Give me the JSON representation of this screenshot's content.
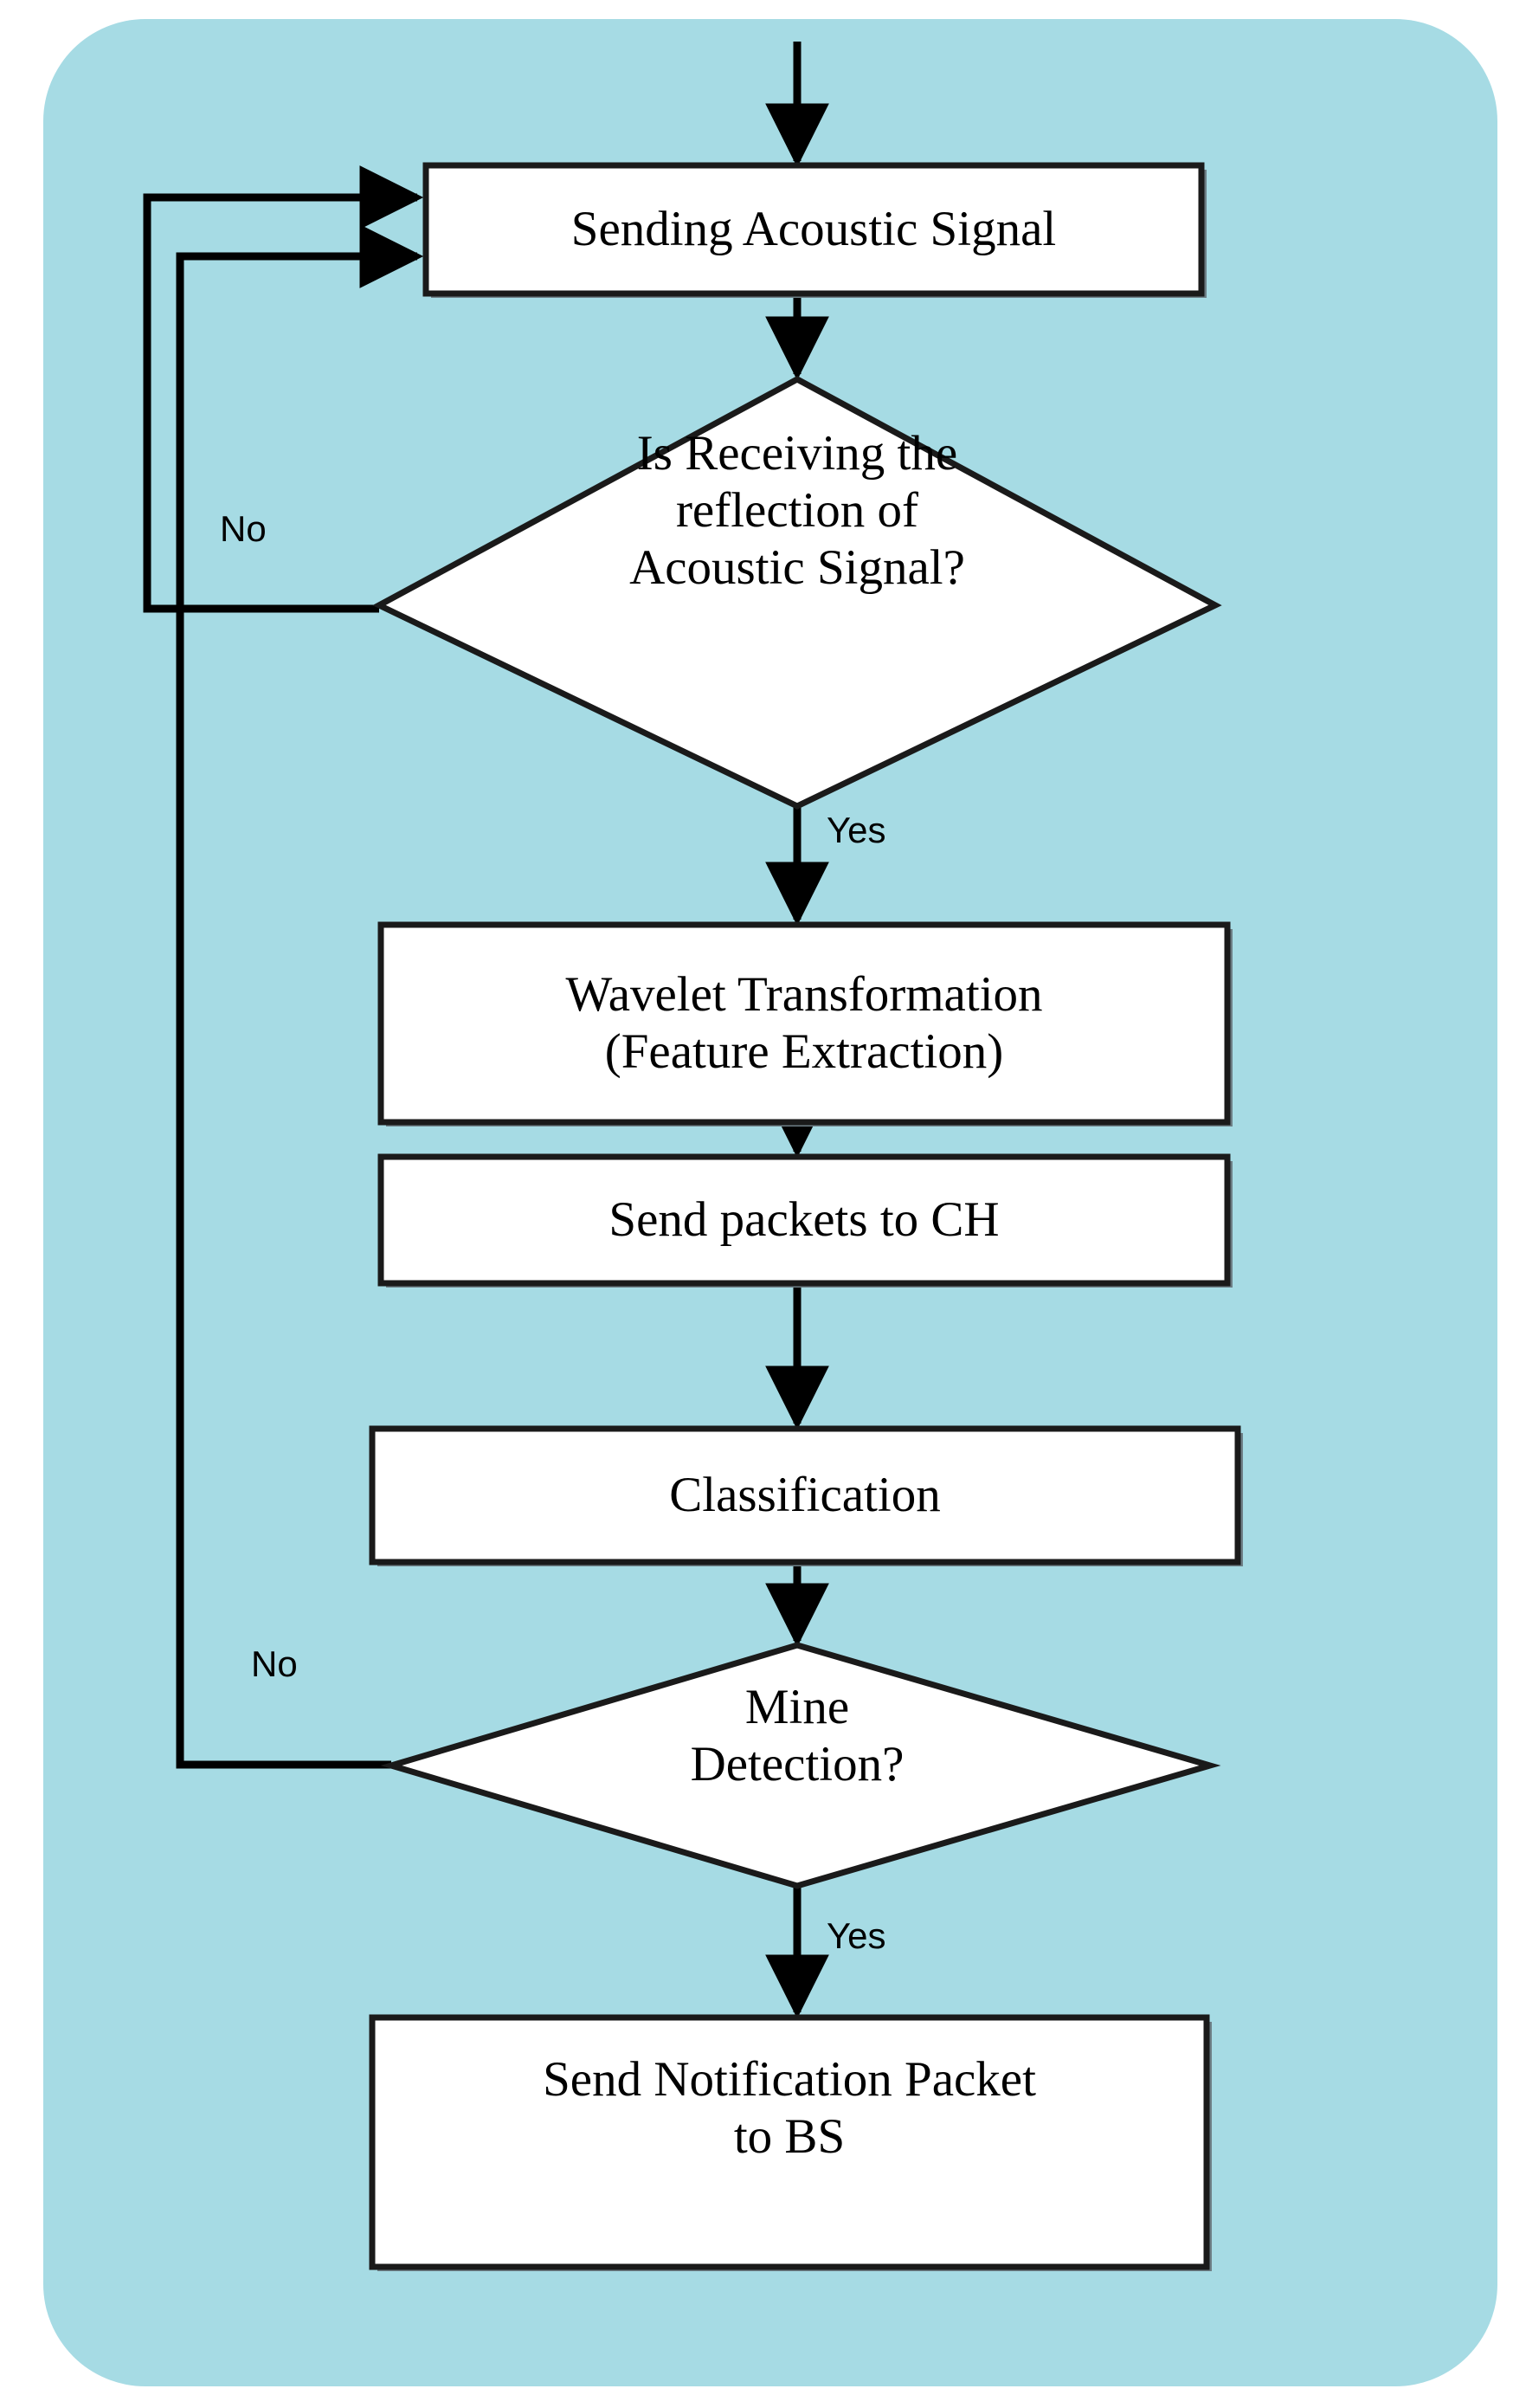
{
  "diagram": {
    "type": "flowchart",
    "title_visible": false,
    "background_color": "#a6dbe4",
    "node_fill_color": "#ffffff",
    "node_stroke_color": "#1a1a1a",
    "text_color": "#000000",
    "nodes": [
      {
        "id": "sending-acoustic-signal",
        "shape": "process",
        "label": "Sending Acoustic Signal"
      },
      {
        "id": "is-receiving-reflection",
        "shape": "decision",
        "label": "Is Receiving the\nreflection of\nAcoustic Signal?"
      },
      {
        "id": "wavelet-transformation",
        "shape": "process",
        "label": "Wavelet Transformation\n(Feature Extraction)"
      },
      {
        "id": "send-packets-to-ch",
        "shape": "process",
        "label": "Send packets to CH"
      },
      {
        "id": "classification",
        "shape": "process",
        "label": "Classification"
      },
      {
        "id": "mine-detection",
        "shape": "decision",
        "label": "Mine\nDetection?"
      },
      {
        "id": "send-notification-packet",
        "shape": "process",
        "label": "Send Notification Packet\nto BS"
      }
    ],
    "edges": [
      {
        "id": "entry-to-sending",
        "from": "start",
        "to": "sending-acoustic-signal",
        "label": ""
      },
      {
        "id": "sending-to-decision1",
        "from": "sending-acoustic-signal",
        "to": "is-receiving-reflection",
        "label": ""
      },
      {
        "id": "decision1-no",
        "from": "is-receiving-reflection",
        "to": "sending-acoustic-signal",
        "label": "No"
      },
      {
        "id": "decision1-yes",
        "from": "is-receiving-reflection",
        "to": "wavelet-transformation",
        "label": "Yes"
      },
      {
        "id": "wavelet-to-sendpackets",
        "from": "wavelet-transformation",
        "to": "send-packets-to-ch",
        "label": ""
      },
      {
        "id": "sendpackets-to-classification",
        "from": "send-packets-to-ch",
        "to": "classification",
        "label": ""
      },
      {
        "id": "classification-to-decision2",
        "from": "classification",
        "to": "mine-detection",
        "label": ""
      },
      {
        "id": "decision2-no",
        "from": "mine-detection",
        "to": "sending-acoustic-signal",
        "label": "No"
      },
      {
        "id": "decision2-yes",
        "from": "mine-detection",
        "to": "send-notification-packet",
        "label": "Yes"
      }
    ],
    "edge_labels": {
      "decision1_no": "No",
      "decision1_yes": "Yes",
      "decision2_no": "No",
      "decision2_yes": "Yes"
    }
  }
}
